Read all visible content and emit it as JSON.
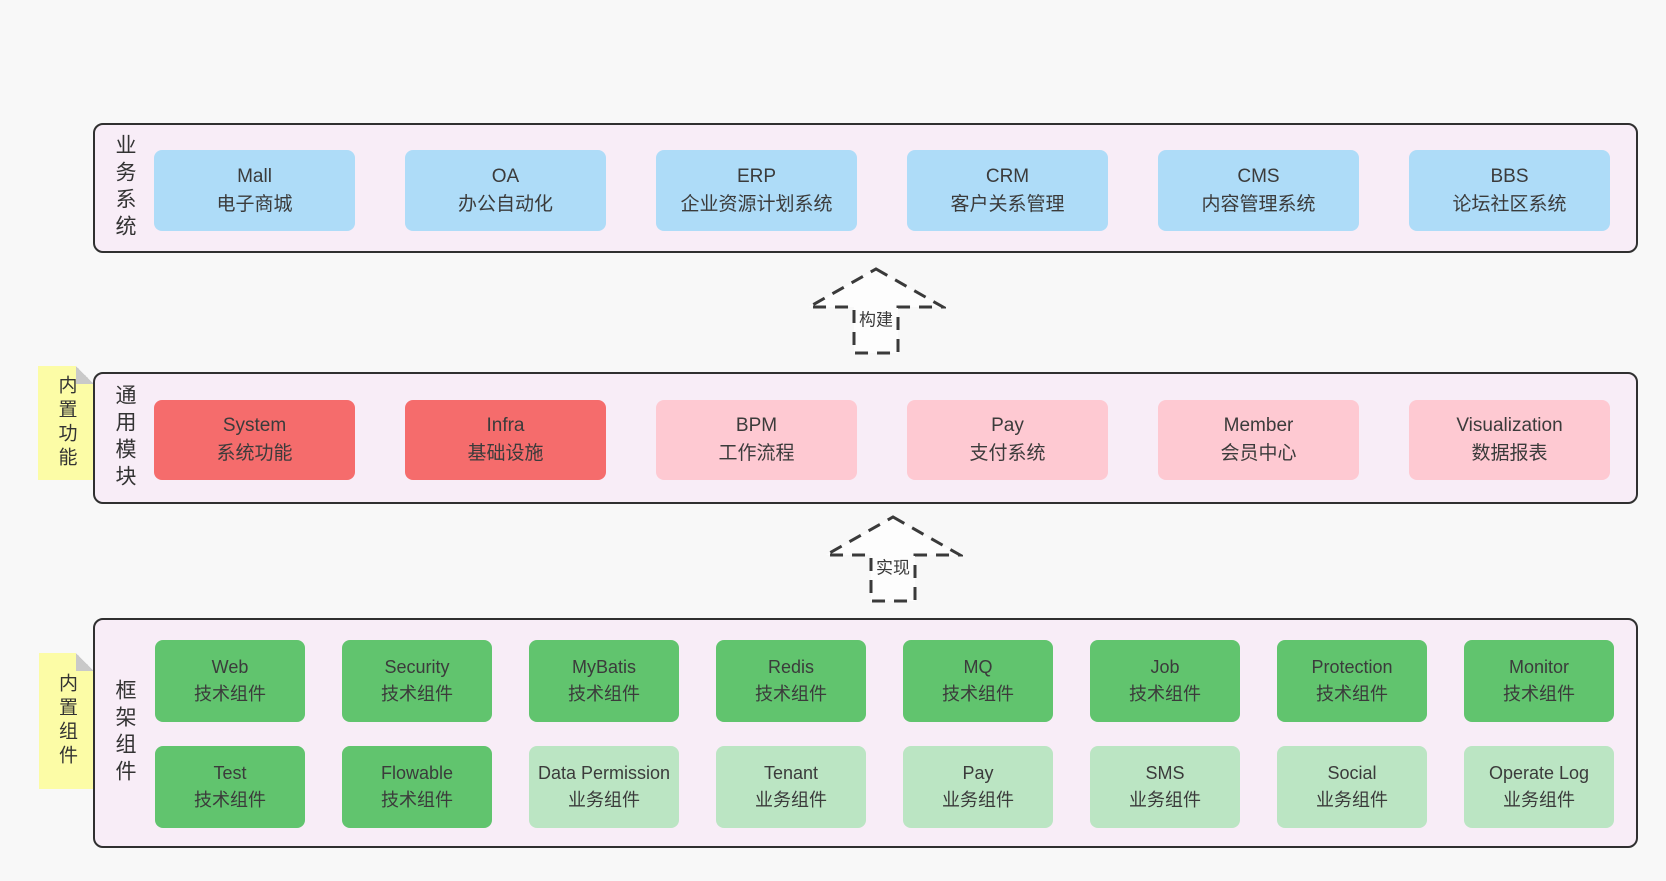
{
  "colors": {
    "page-bg": "#f8f8f8",
    "panel-bg": "#f8edf7",
    "panel-border": "#303030",
    "text": "#3b3b3b",
    "blue": "#aedcf8",
    "red": "#f56c6c",
    "pink": "#fec9d2",
    "green": "#61c46e",
    "lightgreen": "#bbe5c3",
    "yellow": "#fcfca6",
    "fold": "#c9c9c9",
    "arrow-fill": "#fdfdfd"
  },
  "business": {
    "label": "业务系统",
    "boxes": [
      {
        "title": "Mall",
        "subtitle": "电子商城"
      },
      {
        "title": "OA",
        "subtitle": "办公自动化"
      },
      {
        "title": "ERP",
        "subtitle": "企业资源计划系统"
      },
      {
        "title": "CRM",
        "subtitle": "客户关系管理"
      },
      {
        "title": "CMS",
        "subtitle": "内容管理系统"
      },
      {
        "title": "BBS",
        "subtitle": "论坛社区系统"
      }
    ]
  },
  "arrow_build": {
    "label": "构建"
  },
  "modules": {
    "label": "通用模块",
    "sticky": "内置功能",
    "boxes": [
      {
        "title": "System",
        "subtitle": "系统功能"
      },
      {
        "title": "Infra",
        "subtitle": "基础设施"
      },
      {
        "title": "BPM",
        "subtitle": "工作流程"
      },
      {
        "title": "Pay",
        "subtitle": "支付系统"
      },
      {
        "title": "Member",
        "subtitle": "会员中心"
      },
      {
        "title": "Visualization",
        "subtitle": "数据报表"
      }
    ]
  },
  "arrow_implement": {
    "label": "实现"
  },
  "framework": {
    "label": "框架组件",
    "sticky": "内置组件",
    "row1": [
      {
        "title": "Web",
        "subtitle": "技术组件"
      },
      {
        "title": "Security",
        "subtitle": "技术组件"
      },
      {
        "title": "MyBatis",
        "subtitle": "技术组件"
      },
      {
        "title": "Redis",
        "subtitle": "技术组件"
      },
      {
        "title": "MQ",
        "subtitle": "技术组件"
      },
      {
        "title": "Job",
        "subtitle": "技术组件"
      },
      {
        "title": "Protection",
        "subtitle": "技术组件"
      },
      {
        "title": "Monitor",
        "subtitle": "技术组件"
      }
    ],
    "row2": [
      {
        "title": "Test",
        "subtitle": "技术组件"
      },
      {
        "title": "Flowable",
        "subtitle": "技术组件"
      },
      {
        "title": "Data Permission",
        "subtitle": "业务组件"
      },
      {
        "title": "Tenant",
        "subtitle": "业务组件"
      },
      {
        "title": "Pay",
        "subtitle": "业务组件"
      },
      {
        "title": "SMS",
        "subtitle": "业务组件"
      },
      {
        "title": "Social",
        "subtitle": "业务组件"
      },
      {
        "title": "Operate Log",
        "subtitle": "业务组件"
      }
    ]
  }
}
